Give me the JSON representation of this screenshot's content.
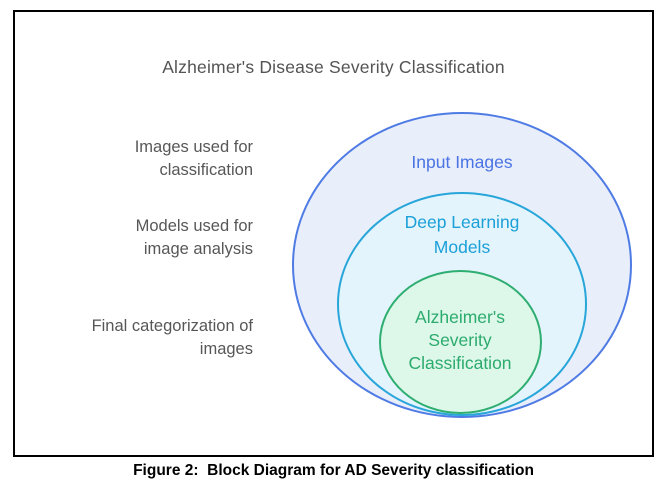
{
  "frame": {
    "title": "Alzheimer's Disease Severity Classification",
    "caption": "Figure 2:  Block Diagram for AD Severity classification"
  },
  "side_labels": [
    {
      "text": "Images used for\nclassification"
    },
    {
      "text": "Models used for\nimage analysis"
    },
    {
      "text": "Final categorization of\nimages"
    }
  ],
  "venn": {
    "rings": [
      {
        "name": "input-images",
        "label": "Input Images",
        "stroke": "#4f7be4",
        "fill": "#e9eefb",
        "text_color": "#4a73e4"
      },
      {
        "name": "deep-learning-models",
        "label": "Deep Learning\nModels",
        "stroke": "#28a6da",
        "fill": "#e3f4fc",
        "text_color": "#1ba0d8"
      },
      {
        "name": "alzheimers-severity-classification",
        "label": "Alzheimer's\nSeverity\nClassification",
        "stroke": "#2fae71",
        "fill": "#ddf7e9",
        "text_color": "#2cab6e"
      }
    ]
  }
}
